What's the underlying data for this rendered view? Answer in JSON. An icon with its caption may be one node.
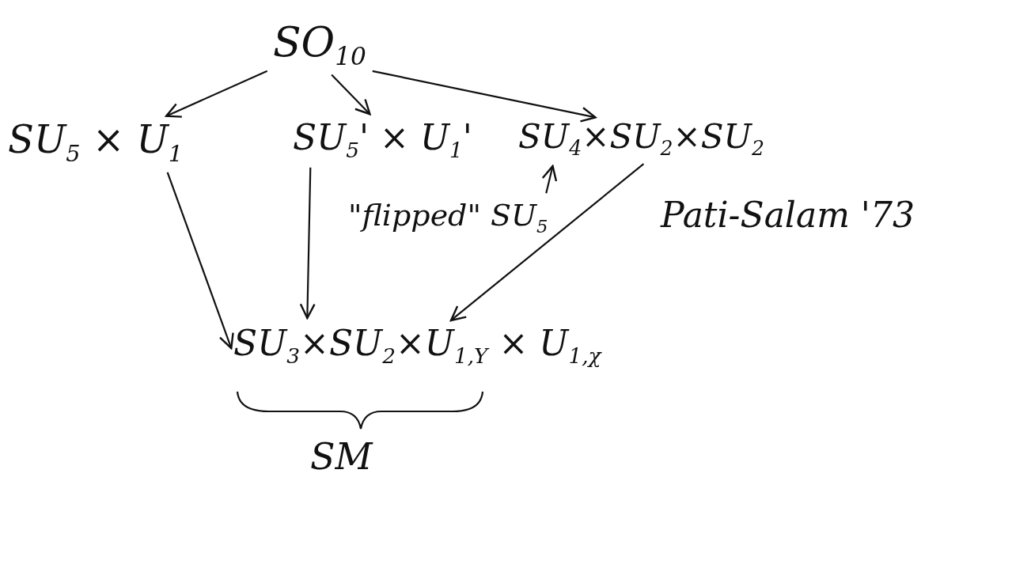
{
  "diagram": {
    "nodes": [
      {
        "text": [
          "SO$_{10}$"
        ]
      },
      {
        "text": [
          "SU$_{5}$ × U$_{1}$"
        ]
      },
      {
        "text": [
          "SU$_{5}$' × U$_{1}$'"
        ]
      },
      {
        "text": [
          "SU$_{4}$×SU$_{2}$×SU$_{2}$"
        ],
        "beside": [
          "Pati-Salam '73"
        ]
      },
      {
        "text": [
          "\"flipped\" SU$_{5}$"
        ]
      },
      {
        "text": [
          "SU$_{3}$×SU$_{2}$×U$_{1,Y}$ × U$_{1,χ}$"
        ]
      }
    ],
    "edges": [
      {
        "from": 0,
        "to": 1,
        "arrow": "to"
      },
      {
        "from": 0,
        "to": 2,
        "arrow": "to"
      },
      {
        "from": 0,
        "to": 3,
        "arrow": "to"
      },
      {
        "from": 1,
        "to": 5,
        "arrow": "to"
      },
      {
        "from": 2,
        "to": 5,
        "arrow": "to"
      },
      {
        "from": 3,
        "to": 5,
        "arrow": "to"
      },
      {
        "from": 4,
        "to": 3,
        "arrow": "to"
      }
    ],
    "labels": [
      "SM"
    ]
  }
}
